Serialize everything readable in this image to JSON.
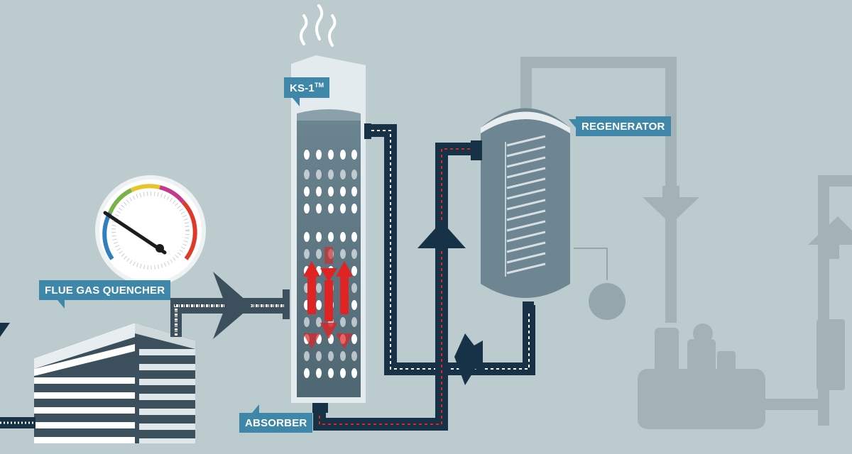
{
  "labels": {
    "quencher": "FLUE GAS QUENCHER",
    "ks1": "KS-1",
    "ks1_mark": "TM",
    "regenerator": "REGENERATOR",
    "absorber": "ABSORBER"
  },
  "gauge": {
    "needle_level": 0.1
  },
  "colors": {
    "background": "#bccbcd",
    "pipe_dark": "#173247",
    "pipe_mid": "#3c4f5c",
    "pipe_faint": "#a3b2b6",
    "vessel": "#6e8692",
    "callout": "#3f87a8",
    "hot_arrow": "#e02323",
    "dash_white": "#ffffff",
    "dash_red": "#e02323"
  },
  "icons": {
    "steam": "steam-icon",
    "gauge": "pressure-gauge-icon",
    "arrow": "flow-arrow-icon",
    "droplet": "droplet-icon",
    "pump": "compressor-pump-icon"
  }
}
